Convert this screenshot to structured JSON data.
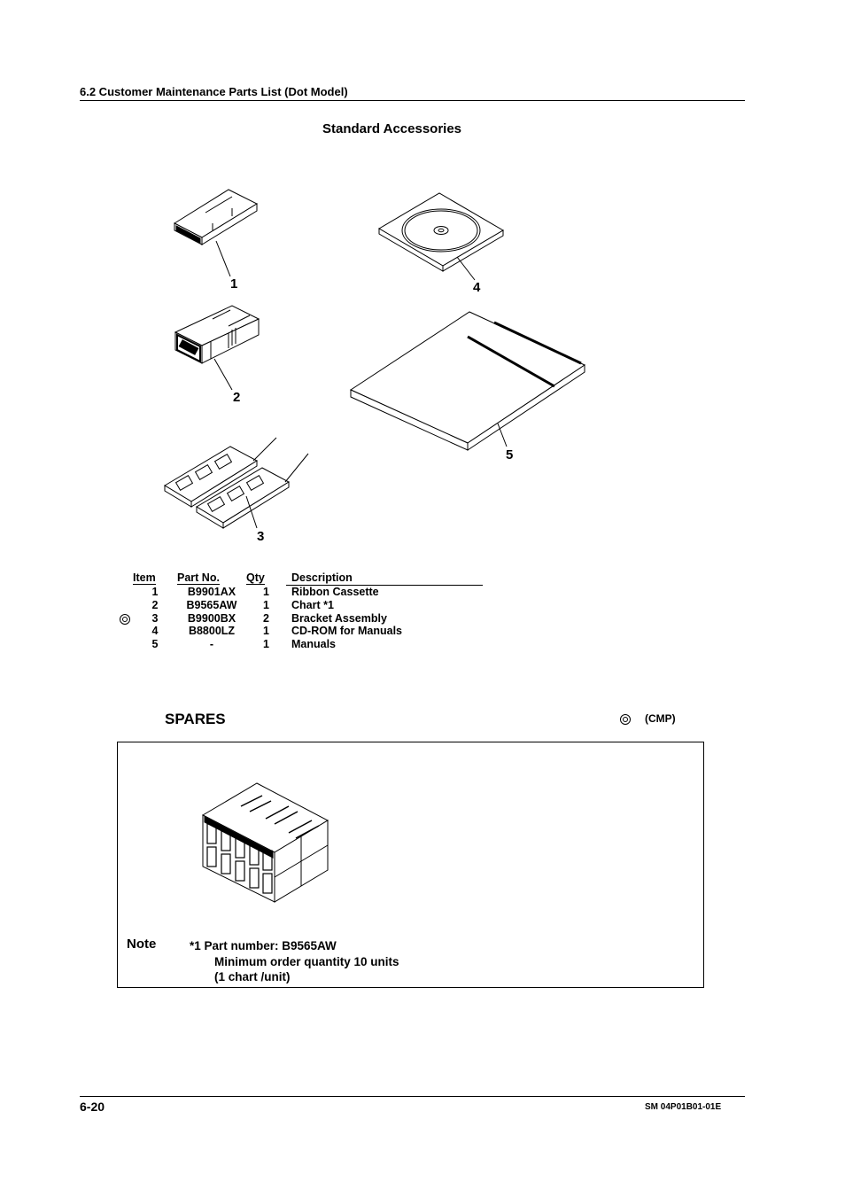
{
  "header": {
    "section_title": "6.2  Customer Maintenance Parts List (Dot Model)"
  },
  "page_title": "Standard  Accessories",
  "callouts": [
    "1",
    "2",
    "3",
    "4",
    "5"
  ],
  "table": {
    "headers": [
      "Item",
      "Part  No.",
      "Qty",
      "Description"
    ],
    "rows": [
      {
        "item": "1",
        "part_no": "B9901AX",
        "qty": "1",
        "description": "Ribbon Cassette",
        "marked": false
      },
      {
        "item": "2",
        "part_no": "B9565AW",
        "qty": "1",
        "description": "Chart  *1",
        "marked": false
      },
      {
        "item": "3",
        "part_no": "B9900BX",
        "qty": "2",
        "description": "Bracket Assembly",
        "marked": true
      },
      {
        "item": "4",
        "part_no": "B8800LZ",
        "qty": "1",
        "description": "CD-ROM for Manuals",
        "marked": false
      },
      {
        "item": "5",
        "part_no": "-",
        "qty": "1",
        "description": "Manuals",
        "marked": false
      }
    ]
  },
  "spares": {
    "title": "SPARES",
    "legend": "(CMP)",
    "note_label": "Note",
    "note_lines": [
      "*1   Part  number: B9565AW",
      "Minimum order quantity 10 units",
      "(1 chart /unit)"
    ]
  },
  "footer": {
    "page_number": "6-20",
    "doc_id": "SM 04P01B01-01E"
  },
  "icons": [
    "double-circle-icon"
  ]
}
